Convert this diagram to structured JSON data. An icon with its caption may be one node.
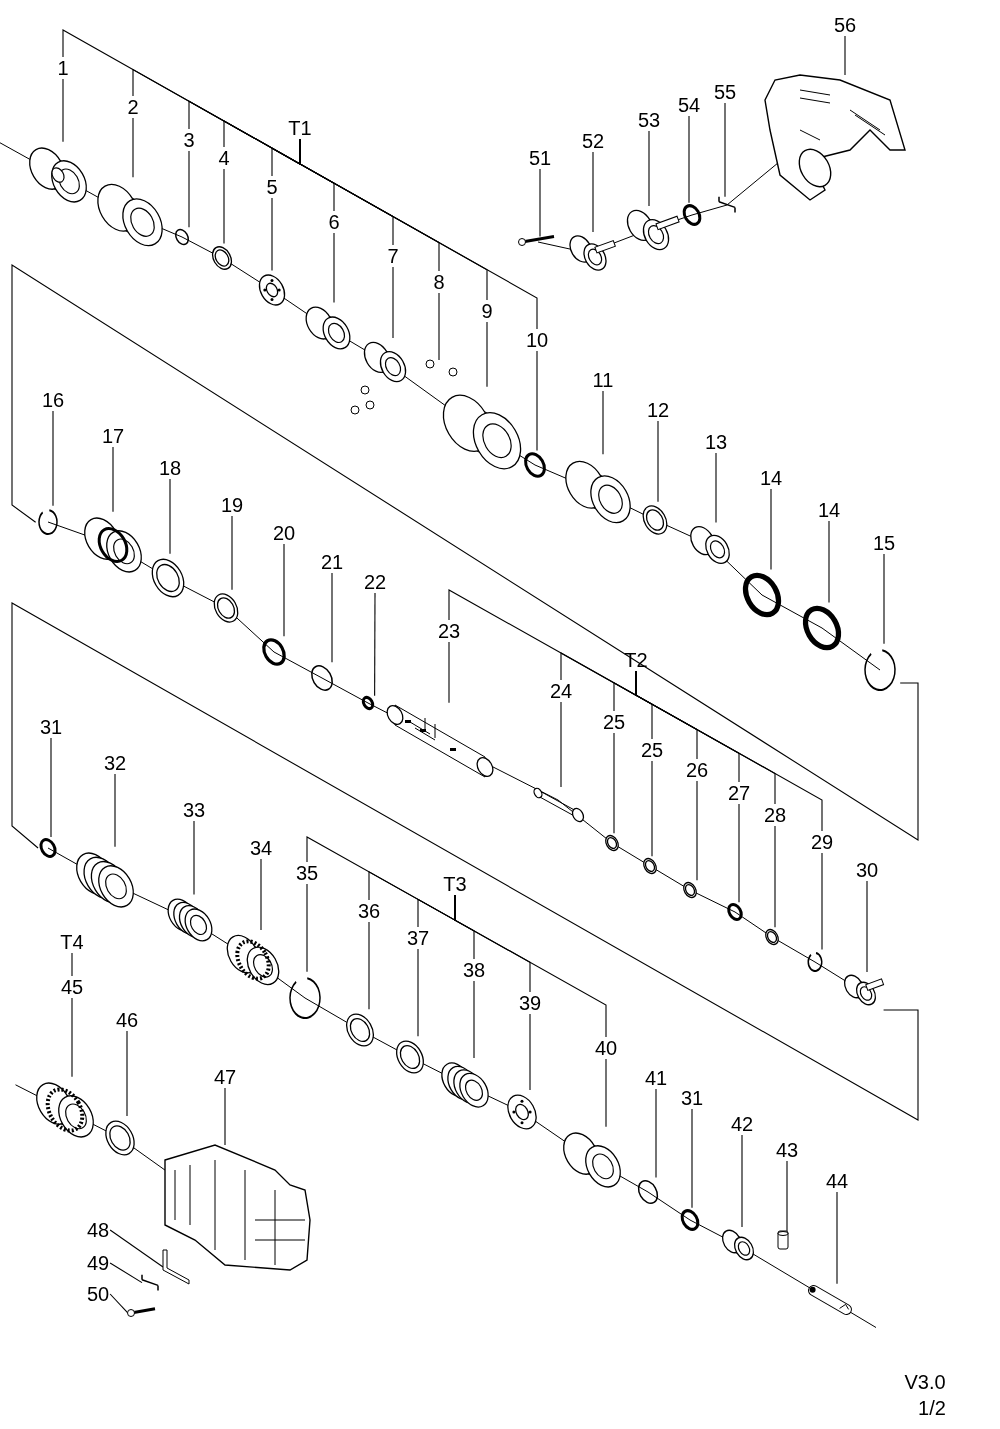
{
  "diagram": {
    "nodes": [
      {
        "text": [
          "1"
        ]
      },
      {
        "text": [
          "2"
        ]
      },
      {
        "text": [
          "3"
        ]
      },
      {
        "text": [
          "4"
        ]
      },
      {
        "text": [
          "5"
        ]
      },
      {
        "text": [
          "6"
        ]
      },
      {
        "text": [
          "7"
        ]
      },
      {
        "text": [
          "8"
        ]
      },
      {
        "text": [
          "9"
        ]
      },
      {
        "text": [
          "10"
        ]
      },
      {
        "text": [
          "11"
        ]
      },
      {
        "text": [
          "12"
        ]
      },
      {
        "text": [
          "13"
        ]
      },
      {
        "text": [
          "14"
        ]
      },
      {
        "text": [
          "14"
        ]
      },
      {
        "text": [
          "15"
        ]
      },
      {
        "text": [
          "16"
        ]
      },
      {
        "text": [
          "17"
        ]
      },
      {
        "text": [
          "18"
        ]
      },
      {
        "text": [
          "19"
        ]
      },
      {
        "text": [
          "20"
        ]
      },
      {
        "text": [
          "21"
        ]
      },
      {
        "text": [
          "22"
        ]
      },
      {
        "text": [
          "23"
        ]
      },
      {
        "text": [
          "24"
        ]
      },
      {
        "text": [
          "25"
        ]
      },
      {
        "text": [
          "25"
        ]
      },
      {
        "text": [
          "26"
        ]
      },
      {
        "text": [
          "27"
        ]
      },
      {
        "text": [
          "28"
        ]
      },
      {
        "text": [
          "29"
        ]
      },
      {
        "text": [
          "30"
        ]
      },
      {
        "text": [
          "31"
        ]
      },
      {
        "text": [
          "32"
        ]
      },
      {
        "text": [
          "33"
        ]
      },
      {
        "text": [
          "34"
        ]
      },
      {
        "text": [
          "35"
        ]
      },
      {
        "text": [
          "36"
        ]
      },
      {
        "text": [
          "37"
        ]
      },
      {
        "text": [
          "38"
        ]
      },
      {
        "text": [
          "39"
        ]
      },
      {
        "text": [
          "40"
        ]
      },
      {
        "text": [
          "41"
        ]
      },
      {
        "text": [
          "31"
        ]
      },
      {
        "text": [
          "42"
        ]
      },
      {
        "text": [
          "43"
        ]
      },
      {
        "text": [
          "44"
        ]
      },
      {
        "text": [
          "45"
        ]
      },
      {
        "text": [
          "46"
        ]
      },
      {
        "text": [
          "47"
        ]
      },
      {
        "text": [
          "48"
        ]
      },
      {
        "text": [
          "49"
        ]
      },
      {
        "text": [
          "50"
        ]
      },
      {
        "text": [
          "51"
        ]
      },
      {
        "text": [
          "52"
        ]
      },
      {
        "text": [
          "53"
        ]
      },
      {
        "text": [
          "54"
        ]
      },
      {
        "text": [
          "55"
        ]
      },
      {
        "text": [
          "56"
        ]
      },
      {
        "text": [
          "T1"
        ]
      },
      {
        "text": [
          "T2"
        ]
      },
      {
        "text": [
          "T3"
        ]
      },
      {
        "text": [
          "T4"
        ]
      },
      {
        "text": [],
        "shape": "picture"
      },
      {
        "text": [],
        "shape": "picture"
      },
      {
        "text": [],
        "shape": "circle"
      },
      {
        "text": [],
        "shape": "picture"
      },
      {
        "text": [],
        "shape": "picture"
      },
      {
        "text": [],
        "shape": "picture"
      },
      {
        "text": [],
        "shape": "picture"
      },
      {
        "text": [],
        "shape": "picture"
      },
      {
        "text": [],
        "shape": "picture"
      },
      {
        "text": [],
        "shape": "circle"
      },
      {
        "text": [],
        "shape": "picture"
      },
      {
        "text": [],
        "shape": "picture"
      },
      {
        "text": [],
        "shape": "picture"
      },
      {
        "text": [],
        "shape": "circle"
      },
      {
        "text": [],
        "shape": "circle"
      },
      {
        "text": [],
        "shape": "picture"
      },
      {
        "text": [],
        "shape": "picture"
      },
      {
        "text": [],
        "shape": "picture"
      },
      {
        "text": [],
        "shape": "picture"
      },
      {
        "text": [],
        "shape": "picture"
      },
      {
        "text": [],
        "shape": "circle"
      },
      {
        "text": [],
        "shape": "circle"
      },
      {
        "text": [],
        "shape": "circle"
      },
      {
        "text": [],
        "shape": "picture"
      },
      {
        "text": [],
        "shape": "picture"
      },
      {
        "text": [],
        "shape": "picture"
      },
      {
        "text": [],
        "shape": "picture"
      },
      {
        "text": [],
        "shape": "picture"
      },
      {
        "text": [],
        "shape": "circle"
      },
      {
        "text": [],
        "shape": "picture"
      },
      {
        "text": [],
        "shape": "picture"
      },
      {
        "text": [],
        "shape": "picture"
      },
      {
        "text": [],
        "shape": "circle"
      },
      {
        "text": [],
        "shape": "picture"
      },
      {
        "text": [],
        "shape": "picture"
      },
      {
        "text": [],
        "shape": "picture"
      },
      {
        "text": [],
        "shape": "picture"
      },
      {
        "text": [],
        "shape": "picture"
      },
      {
        "text": [],
        "shape": "picture"
      },
      {
        "text": [],
        "shape": "picture"
      },
      {
        "text": [],
        "shape": "picture"
      },
      {
        "text": [],
        "shape": "picture"
      },
      {
        "text": [],
        "shape": "circle"
      },
      {
        "text": [],
        "shape": "circle"
      },
      {
        "text": [],
        "shape": "picture"
      },
      {
        "text": [],
        "shape": "cylinder"
      },
      {
        "text": [],
        "shape": "picture"
      },
      {
        "text": [],
        "shape": "picture"
      },
      {
        "text": [],
        "shape": "picture"
      },
      {
        "text": [],
        "shape": "picture"
      },
      {
        "text": [],
        "shape": "picture"
      },
      {
        "text": [],
        "shape": "picture"
      },
      {
        "text": [],
        "shape": "picture"
      },
      {
        "text": [],
        "shape": "picture"
      },
      {
        "text": [],
        "shape": "picture"
      },
      {
        "text": [],
        "shape": "picture"
      },
      {
        "text": [],
        "shape": "circle"
      },
      {
        "text": [],
        "shape": "picture"
      },
      {
        "text": [],
        "shape": "picture"
      }
    ],
    "edges": [
      {
        "from": 0,
        "to": 63,
        "arrow": "none"
      },
      {
        "from": 1,
        "to": 64,
        "arrow": "none"
      },
      {
        "from": 2,
        "to": 65,
        "arrow": "none"
      },
      {
        "from": 3,
        "to": 66,
        "arrow": "none"
      },
      {
        "from": 4,
        "to": 67,
        "arrow": "none"
      },
      {
        "from": 5,
        "to": 68,
        "arrow": "none"
      },
      {
        "from": 6,
        "to": 69,
        "arrow": "none"
      },
      {
        "from": 7,
        "to": 70,
        "arrow": "none"
      },
      {
        "from": 8,
        "to": 71,
        "arrow": "none"
      },
      {
        "from": 9,
        "to": 72,
        "arrow": "none"
      },
      {
        "from": 10,
        "to": 73,
        "arrow": "none"
      },
      {
        "from": 11,
        "to": 74,
        "arrow": "none"
      },
      {
        "from": 12,
        "to": 75,
        "arrow": "none"
      },
      {
        "from": 13,
        "to": 76,
        "arrow": "none"
      },
      {
        "from": 14,
        "to": 77,
        "arrow": "none"
      },
      {
        "from": 15,
        "to": 78,
        "arrow": "none"
      },
      {
        "from": 16,
        "to": 79,
        "arrow": "none"
      },
      {
        "from": 17,
        "to": 80,
        "arrow": "none"
      },
      {
        "from": 18,
        "to": 81,
        "arrow": "none"
      },
      {
        "from": 19,
        "to": 82,
        "arrow": "none"
      },
      {
        "from": 20,
        "to": 83,
        "arrow": "none"
      },
      {
        "from": 21,
        "to": 84,
        "arrow": "none"
      },
      {
        "from": 22,
        "to": 85,
        "arrow": "none"
      },
      {
        "from": 23,
        "to": 86,
        "arrow": "none"
      },
      {
        "from": 24,
        "to": 87,
        "arrow": "none"
      },
      {
        "from": 25,
        "to": 88,
        "arrow": "none"
      },
      {
        "from": 26,
        "to": 89,
        "arrow": "none"
      },
      {
        "from": 27,
        "to": 90,
        "arrow": "none"
      },
      {
        "from": 28,
        "to": 91,
        "arrow": "none"
      },
      {
        "from": 29,
        "to": 92,
        "arrow": "none"
      },
      {
        "from": 30,
        "to": 93,
        "arrow": "none"
      },
      {
        "from": 31,
        "to": 94,
        "arrow": "none"
      },
      {
        "from": 32,
        "to": 95,
        "arrow": "none"
      },
      {
        "from": 33,
        "to": 96,
        "arrow": "none"
      },
      {
        "from": 34,
        "to": 97,
        "arrow": "none"
      },
      {
        "from": 35,
        "to": 98,
        "arrow": "none"
      },
      {
        "from": 36,
        "to": 99,
        "arrow": "none"
      },
      {
        "from": 37,
        "to": 100,
        "arrow": "none"
      },
      {
        "from": 38,
        "to": 101,
        "arrow": "none"
      },
      {
        "from": 39,
        "to": 102,
        "arrow": "none"
      },
      {
        "from": 40,
        "to": 103,
        "arrow": "none"
      },
      {
        "from": 41,
        "to": 104,
        "arrow": "none"
      },
      {
        "from": 42,
        "to": 105,
        "arrow": "none"
      },
      {
        "from": 43,
        "to": 106,
        "arrow": "none"
      },
      {
        "from": 44,
        "to": 107,
        "arrow": "none"
      },
      {
        "from": 45,
        "to": 108,
        "arrow": "none"
      },
      {
        "from": 46,
        "to": 109,
        "arrow": "none"
      },
      {
        "from": 47,
        "to": 110,
        "arrow": "none"
      },
      {
        "from": 48,
        "to": 111,
        "arrow": "none"
      },
      {
        "from": 49,
        "to": 112,
        "arrow": "none"
      },
      {
        "from": 50,
        "to": 113,
        "arrow": "none"
      },
      {
        "from": 51,
        "to": 114,
        "arrow": "none"
      },
      {
        "from": 52,
        "to": 115,
        "arrow": "none"
      },
      {
        "from": 53,
        "to": 116,
        "arrow": "none"
      },
      {
        "from": 54,
        "to": 117,
        "arrow": "none"
      },
      {
        "from": 55,
        "to": 118,
        "arrow": "none"
      },
      {
        "from": 56,
        "to": 119,
        "arrow": "none"
      },
      {
        "from": 57,
        "to": 120,
        "arrow": "none"
      },
      {
        "from": 58,
        "to": 121,
        "arrow": "none"
      },
      {
        "from": 59,
        "to": 0,
        "arrow": "none"
      },
      {
        "from": 59,
        "to": 1,
        "arrow": "none"
      },
      {
        "from": 59,
        "to": 2,
        "arrow": "none"
      },
      {
        "from": 59,
        "to": 3,
        "arrow": "none"
      },
      {
        "from": 59,
        "to": 4,
        "arrow": "none"
      },
      {
        "from": 59,
        "to": 5,
        "arrow": "none"
      },
      {
        "from": 59,
        "to": 6,
        "arrow": "none"
      },
      {
        "from": 59,
        "to": 7,
        "arrow": "none"
      },
      {
        "from": 59,
        "to": 8,
        "arrow": "none"
      },
      {
        "from": 59,
        "to": 9,
        "arrow": "none"
      },
      {
        "from": 60,
        "to": 23,
        "arrow": "none"
      },
      {
        "from": 60,
        "to": 24,
        "arrow": "none"
      },
      {
        "from": 60,
        "to": 25,
        "arrow": "none"
      },
      {
        "from": 60,
        "to": 26,
        "arrow": "none"
      },
      {
        "from": 60,
        "to": 27,
        "arrow": "none"
      },
      {
        "from": 60,
        "to": 28,
        "arrow": "none"
      },
      {
        "from": 60,
        "to": 29,
        "arrow": "none"
      },
      {
        "from": 60,
        "to": 30,
        "arrow": "none"
      },
      {
        "from": 61,
        "to": 36,
        "arrow": "none"
      },
      {
        "from": 61,
        "to": 37,
        "arrow": "none"
      },
      {
        "from": 61,
        "to": 38,
        "arrow": "none"
      },
      {
        "from": 61,
        "to": 39,
        "arrow": "none"
      },
      {
        "from": 61,
        "to": 40,
        "arrow": "none"
      },
      {
        "from": 61,
        "to": 41,
        "arrow": "none"
      },
      {
        "from": 62,
        "to": 47,
        "arrow": "none"
      },
      {
        "from": 78,
        "to": 79,
        "arrow": "none"
      },
      {
        "from": 94,
        "to": 95,
        "arrow": "none"
      }
    ],
    "labels": [
      "V3.0",
      "1/2"
    ]
  }
}
